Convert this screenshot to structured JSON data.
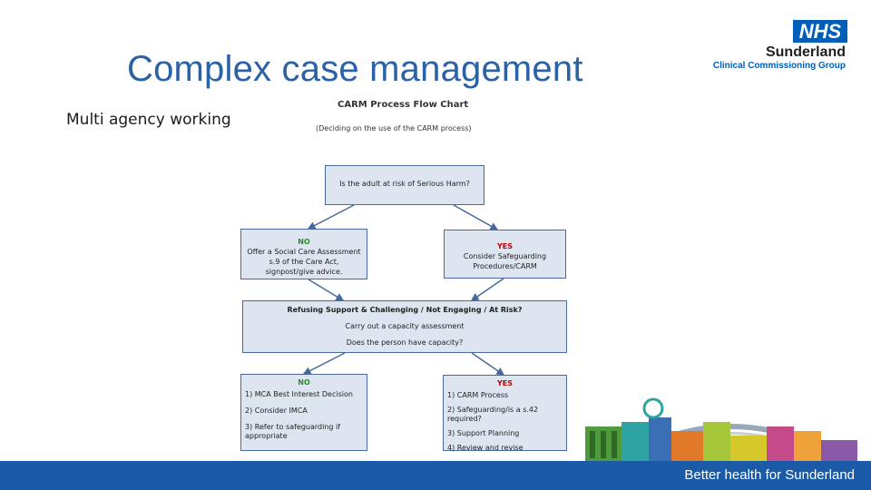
{
  "slide": {
    "title": "Complex case management",
    "subtitle": "Multi agency working"
  },
  "logo": {
    "badge": "NHS",
    "org": "Sunderland",
    "group": "Clinical Commissioning Group"
  },
  "flowchart": {
    "title": "CARM Process Flow Chart",
    "subtitle": "(Deciding on the use of the CARM process)",
    "question": "Is the adult at risk of Serious Harm?",
    "no_branch": {
      "label": "NO",
      "lines": [
        "Offer a Social Care Assessment",
        "s.9 of the Care Act,",
        "signpost/give advice."
      ]
    },
    "yes_branch": {
      "label": "YES",
      "lines": [
        "Consider Safeguarding",
        "Procedures/CARM"
      ]
    },
    "middle": {
      "heading": "Refusing Support & Challenging / Not Engaging / At Risk?",
      "line1": "Carry out a capacity assessment",
      "line2": "Does the person have capacity?"
    },
    "no_outcome": {
      "label": "NO",
      "items": [
        "1) MCA Best Interest Decision",
        "2) Consider IMCA",
        "3) Refer to safeguarding if appropriate"
      ]
    },
    "yes_outcome": {
      "label": "YES",
      "items": [
        "1) CARM Process",
        "2) Safeguarding/is a s.42 required?",
        "3) Support Planning",
        "4) Review and revise"
      ]
    }
  },
  "footer": {
    "tagline": "Better health for Sunderland"
  },
  "colors": {
    "title": "#2a62a5",
    "nhs_blue": "#005eb8",
    "footer": "#1a5aa6",
    "box_fill": "#dde5f0",
    "no": "#2f8a2f",
    "yes": "#c00000"
  }
}
